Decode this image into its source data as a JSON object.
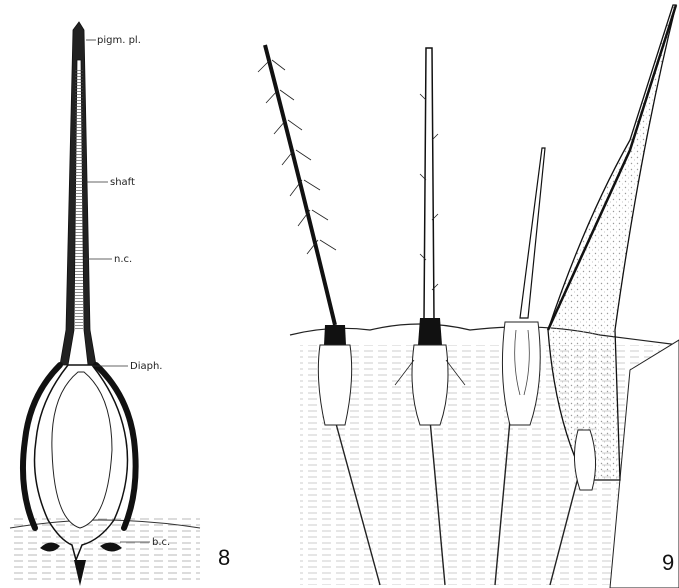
{
  "figure_8": {
    "number": "8",
    "labels": {
      "pigm_pl": "pigm. pl.",
      "shaft": "shaft",
      "nc": "n.c.",
      "diaph": "Diaph.",
      "bc": "b.c."
    }
  },
  "figure_9": {
    "number": "9"
  },
  "colors": {
    "ink": "#1a1a1a",
    "paper": "#ffffff",
    "stipple": "#bdbdbd"
  }
}
